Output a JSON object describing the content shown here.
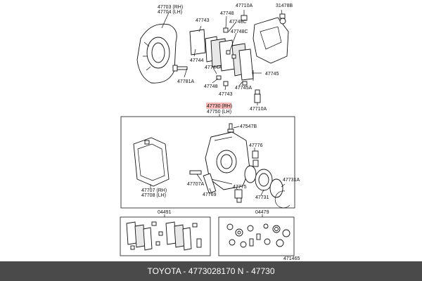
{
  "labels": {
    "p47703": "47703 (RH)",
    "p47704": "47704 (LH)",
    "p47710a_top": "47710A",
    "p31478b": "31478B",
    "p47743_a": "47743",
    "p47748_a": "47748",
    "p47748c": "47748C",
    "p47748c_b": "47748C",
    "p47744": "47744",
    "p47744a": "47744A",
    "p47748_b": "47748",
    "p47743_b": "47743",
    "p47745a": "47745A",
    "p47745": "47745",
    "p47781a": "47781A",
    "p47710a_bot": "47710A",
    "p47730": "47730 (RH)",
    "p47750": "47750 (LH)",
    "p47547b": "47547B",
    "p47776": "47776",
    "p47707a": "47707A",
    "p47775": "47775",
    "p47769": "47769",
    "p47731": "47731",
    "p47731a": "47731A",
    "p47707": "47707 (RH)",
    "p47708": "47708 (LH)",
    "p04491": "04491",
    "p04479": "04479",
    "p471465": "471465"
  },
  "footer": {
    "text": "TOYOTA - 4773028170     N - 47730"
  }
}
